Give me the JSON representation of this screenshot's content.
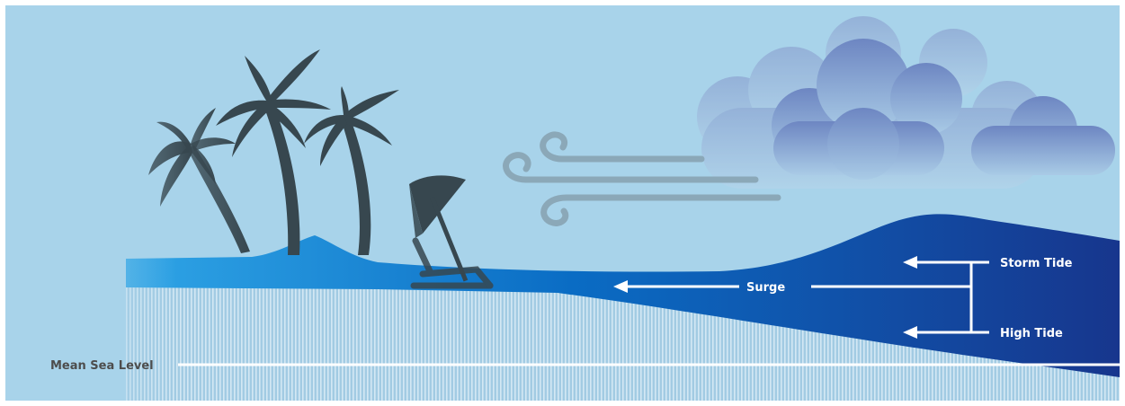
{
  "labels": {
    "storm_tide": "Storm Tide",
    "surge": "Surge",
    "high_tide": "High Tide",
    "mean_sea_level": "Mean Sea Level"
  },
  "colors": {
    "sky": "#a8d3ea",
    "deep_water": "#0b4f9e",
    "shallow_water": "#1b8fd6",
    "beach": "#8fc4e0",
    "silhouette": "#37474f",
    "cloud": "#6f8ec8",
    "wind": "#8ba8b8",
    "arrow": "#ffffff"
  },
  "icons": [
    "palm-tree-icon",
    "beach-umbrella-icon",
    "beach-chair-icon",
    "wind-icon",
    "storm-cloud-icon"
  ]
}
